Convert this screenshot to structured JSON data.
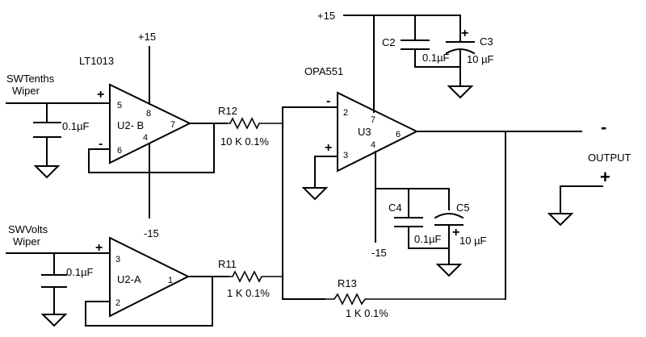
{
  "inputs": {
    "swtenths": [
      "SWTenths",
      "Wiper"
    ],
    "swvolts": [
      "SWVolts",
      "Wiper"
    ]
  },
  "supplies": {
    "u2b_pos": "+15",
    "u2b_neg": "-15",
    "u3_pos": "+15",
    "u3_neg": "-15"
  },
  "part_names": {
    "u2b_part": "LT1013",
    "u3_part": "OPA551"
  },
  "amplifiers": {
    "u2b": {
      "label": "U2- B",
      "pins": {
        "plus": "5",
        "minus": "6",
        "vpos": "8",
        "vneg": "4",
        "out": "7"
      }
    },
    "u2a": {
      "label": "U2-A",
      "pins": {
        "plus": "3",
        "minus": "2",
        "out": "1"
      }
    },
    "u3": {
      "label": "U3",
      "pins": {
        "minus": "2",
        "plus": "3",
        "vpos": "7",
        "vneg": "4",
        "out": "6"
      }
    }
  },
  "capacitors": {
    "c_tenths": {
      "value": "0.1µF"
    },
    "c_volts": {
      "value": "0.1µF"
    },
    "c2": {
      "ref": "C2",
      "value": "0.1µF"
    },
    "c3": {
      "ref": "C3",
      "value": "10 µF"
    },
    "c4": {
      "ref": "C4",
      "value": "0.1µF"
    },
    "c5": {
      "ref": "C5",
      "value": "10 µF"
    }
  },
  "resistors": {
    "r12": {
      "ref": "R12",
      "value": "10 K 0.1%"
    },
    "r11": {
      "ref": "R11",
      "value": "1 K 0.1%"
    },
    "r13": {
      "ref": "R13",
      "value": "1 K 0.1%"
    }
  },
  "output": {
    "label": "OUTPUT",
    "minus": "-",
    "plus": "+"
  },
  "polarity": {
    "plus": "+",
    "minus": "-"
  }
}
